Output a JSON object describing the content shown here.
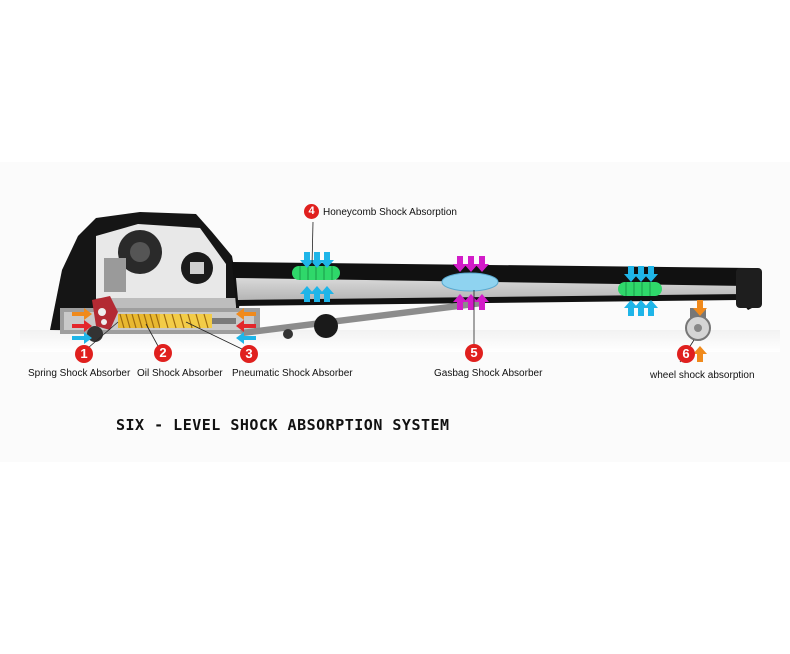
{
  "title": "SIX - LEVEL SHOCK ABSORPTION SYSTEM",
  "callouts": [
    {
      "number": "1",
      "label": "Spring Shock Absorber"
    },
    {
      "number": "2",
      "label": "Oil Shock Absorber"
    },
    {
      "number": "3",
      "label": "Pneumatic Shock Absorber"
    },
    {
      "number": "4",
      "label": "Honeycomb Shock Absorption"
    },
    {
      "number": "5",
      "label": "Gasbag Shock Absorber"
    },
    {
      "number": "6",
      "label": "wheel shock absorption"
    }
  ],
  "colors": {
    "badge": "#e0201e",
    "arrow_cyan": "#1fb5e8",
    "arrow_magenta": "#d21cc8",
    "arrow_orange": "#f08a1c",
    "arrow_red": "#e3262b",
    "honeycomb": "#2fd86a",
    "gasbag": "#8fd3f0",
    "spring": "#e8b830"
  }
}
